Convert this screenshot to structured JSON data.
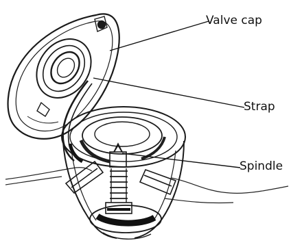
{
  "labels": {
    "valve_cap": "Valve cap",
    "strap": "Strap",
    "spindle": "Spindle"
  },
  "colors": {
    "ink": "#111111",
    "shade": "#3a3a3a",
    "dark": "#1a1a1a",
    "background": "#ffffff"
  }
}
